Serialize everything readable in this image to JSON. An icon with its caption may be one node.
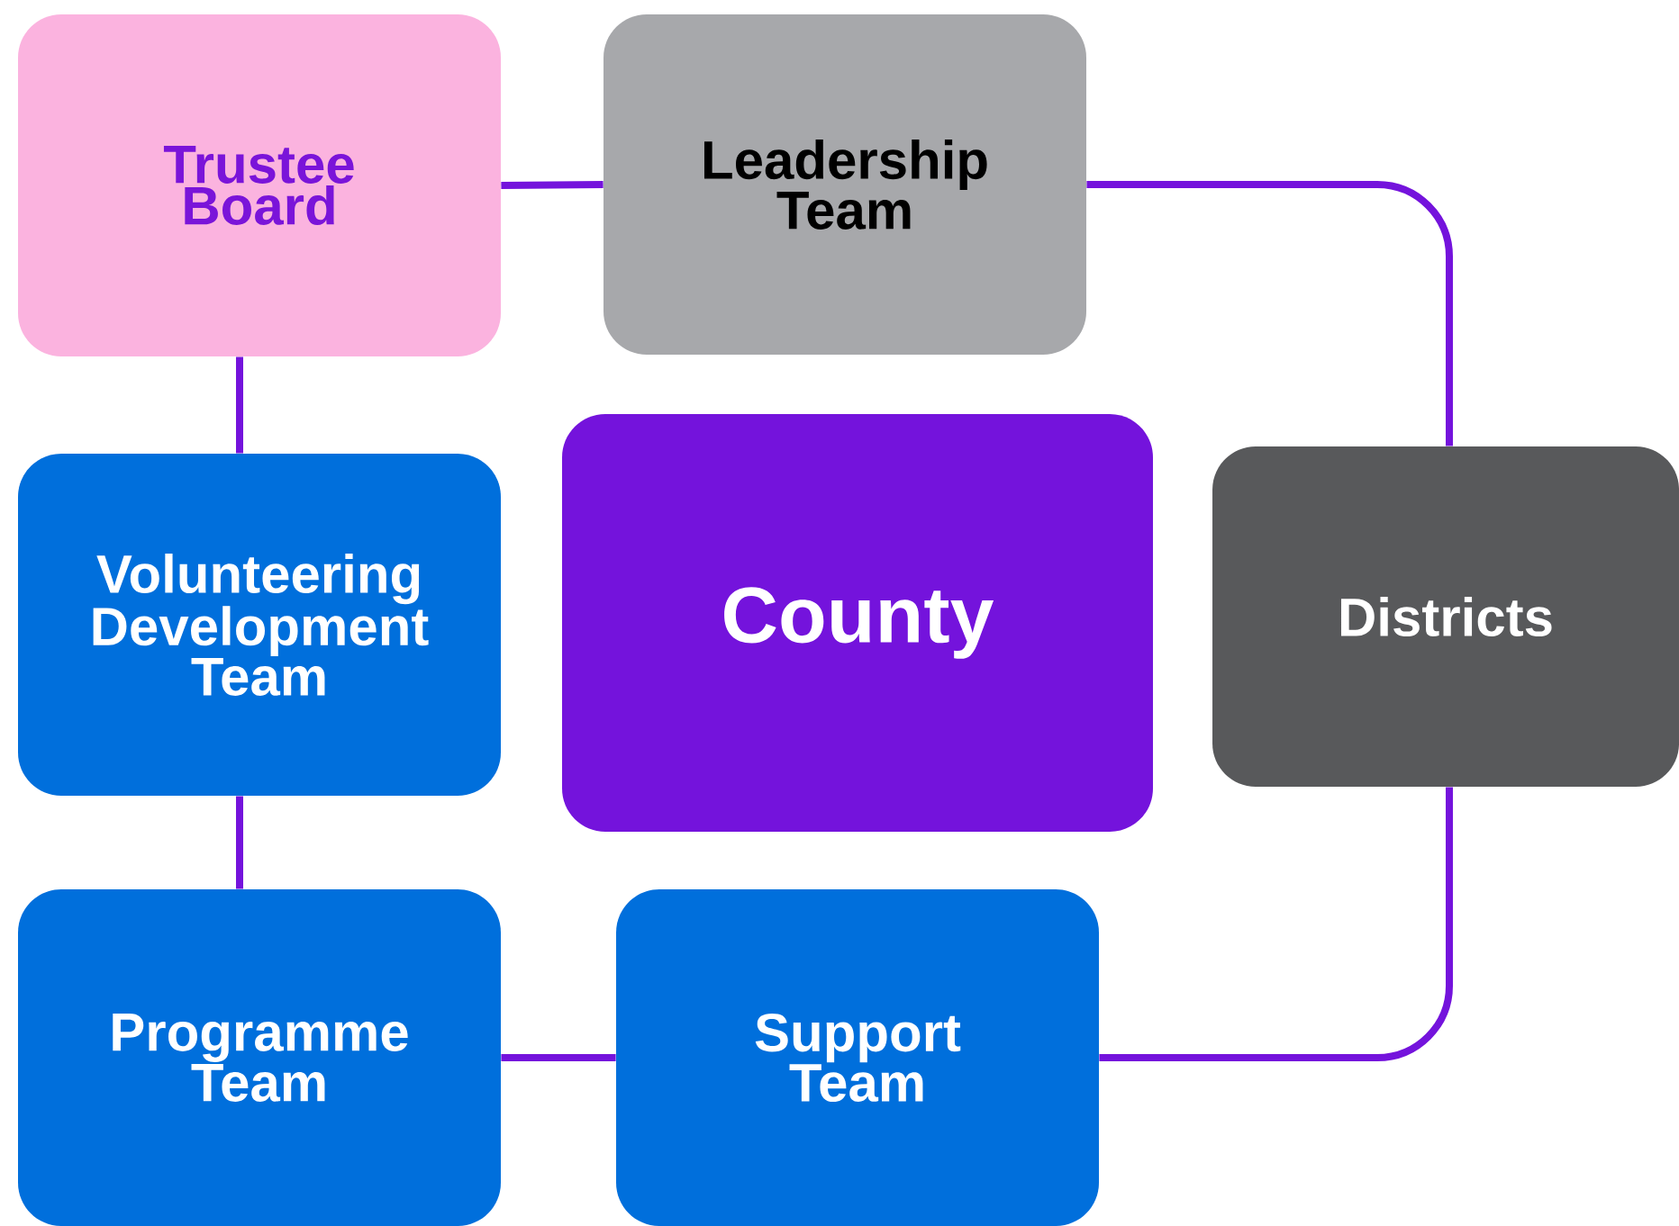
{
  "diagram": {
    "nodes": [
      {
        "text": [
          "Trustee Board"
        ]
      },
      {
        "text": [
          "Leadership Team"
        ]
      },
      {
        "text": [
          "Volunteering Development Team"
        ]
      },
      {
        "text": [
          "County"
        ]
      },
      {
        "text": [
          "Districts"
        ]
      },
      {
        "text": [
          "Programme Team"
        ]
      },
      {
        "text": [
          "Support Team"
        ]
      }
    ],
    "edges": [
      {
        "from": 0,
        "to": 1,
        "arrow": "none"
      },
      {
        "from": 1,
        "to": 4,
        "arrow": "none"
      },
      {
        "from": 0,
        "to": 2,
        "arrow": "none"
      },
      {
        "from": 2,
        "to": 5,
        "arrow": "none"
      },
      {
        "from": 5,
        "to": 6,
        "arrow": "none"
      },
      {
        "from": 6,
        "to": 4,
        "arrow": "none"
      }
    ]
  }
}
